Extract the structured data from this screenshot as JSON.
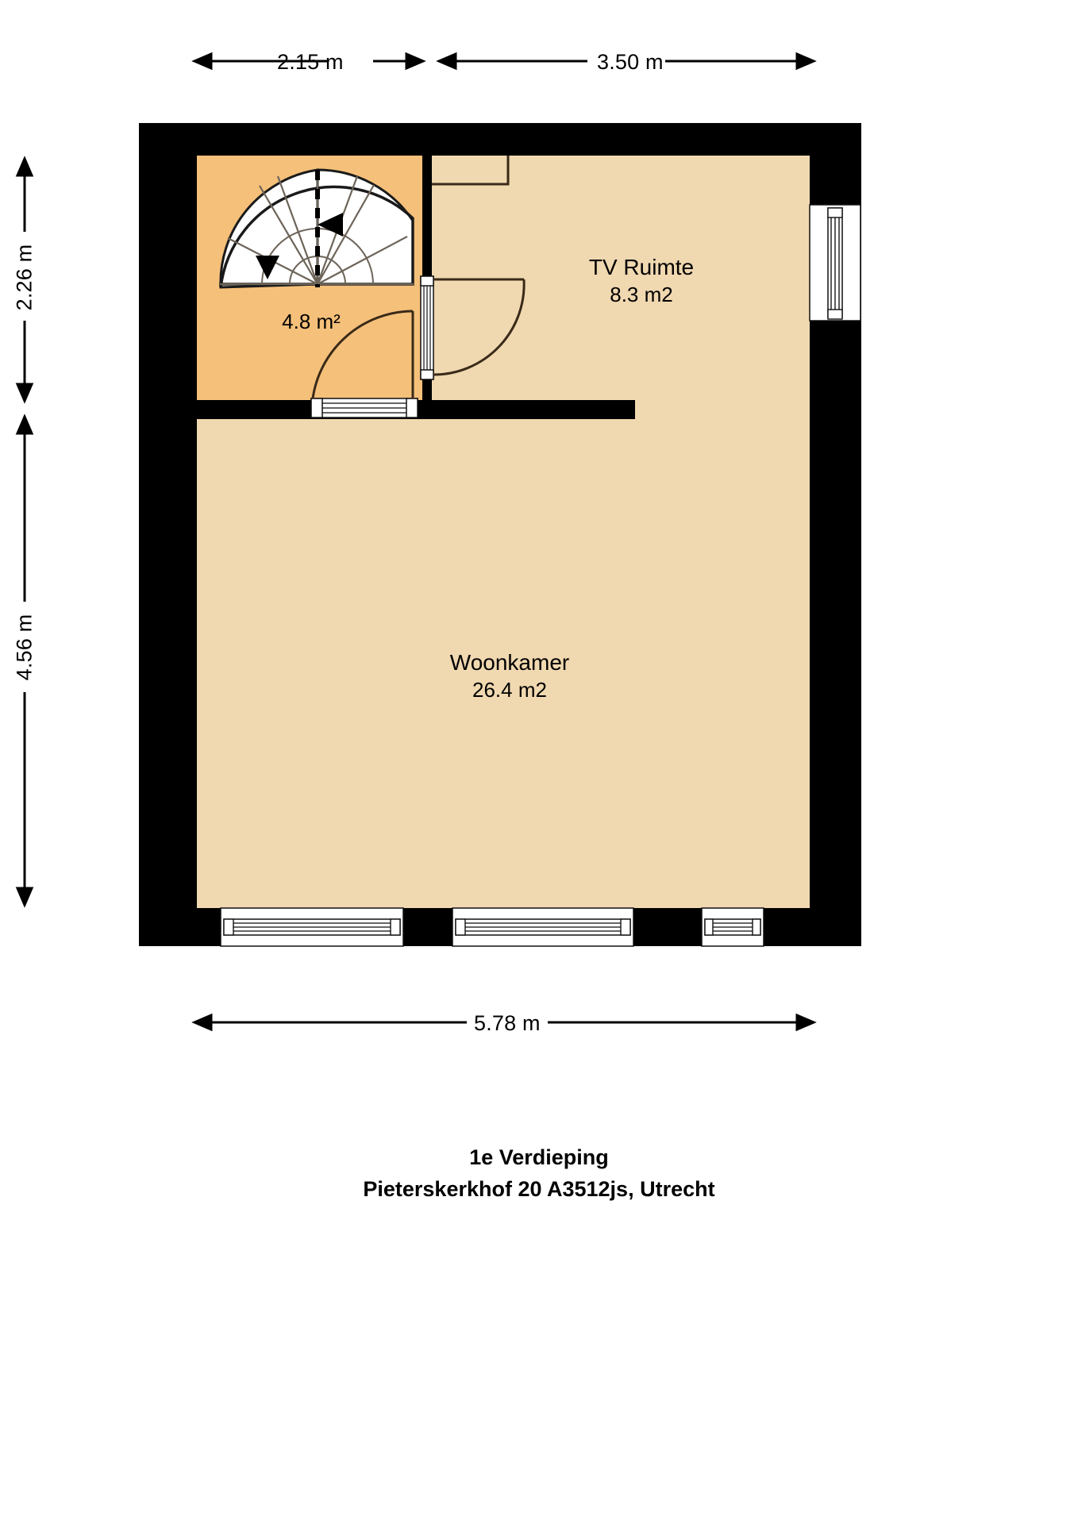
{
  "plan": {
    "floor_title": "1e Verdieping",
    "address": "Pieterskerkhof 20 A3512js, Utrecht",
    "colors": {
      "wall": "#000000",
      "living_floor": "#f0d8b0",
      "stair_floor": "#f5c07a",
      "window_frame": "#ffffff",
      "door_line": "#3a2a18",
      "background": "#ffffff"
    }
  },
  "dimensions": {
    "top_left": "2.15 m",
    "top_right": "3.50 m",
    "left_top": "2.26 m",
    "left_bottom": "4.56 m",
    "bottom_total": "5.78 m"
  },
  "rooms": [
    {
      "key": "stair",
      "name": "",
      "area": "4.8  m²"
    },
    {
      "key": "tv",
      "name": "TV Ruimte",
      "area": "8.3 m2"
    },
    {
      "key": "woonkamer",
      "name": "Woonkamer",
      "area": "26.4 m2"
    }
  ]
}
